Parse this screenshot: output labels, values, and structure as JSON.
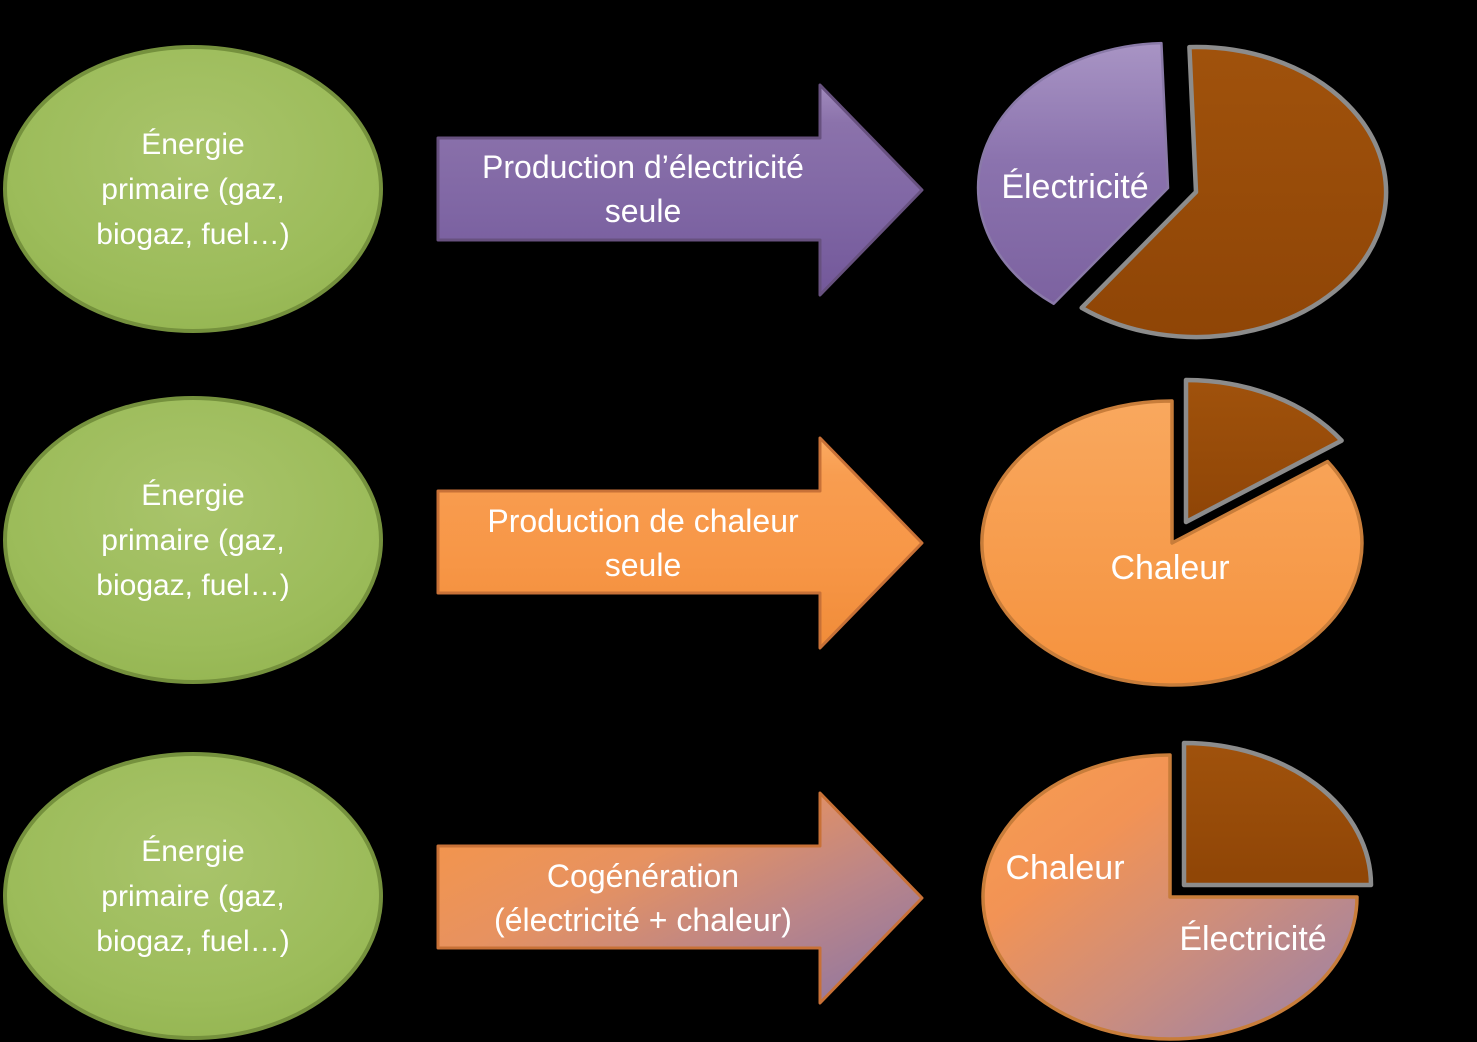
{
  "background": "#000000",
  "palette": {
    "green_fill": "#9bbb59",
    "green_border": "#75913d",
    "purple_fill": "#8168a5",
    "purple_border": "#67517f",
    "orange_fill": "#f79646",
    "orange_border": "#c87137",
    "brown_fill": "#974a08",
    "brown_border": "#8c8c8c",
    "text": "#ffffff"
  },
  "rows": [
    {
      "source": {
        "lines": [
          "Énergie",
          "primaire (gaz,",
          "biogaz, fuel…)"
        ]
      },
      "process": {
        "lines": [
          "Production d’électricité",
          "seule"
        ],
        "color": "purple"
      }
    },
    {
      "source": {
        "lines": [
          "Énergie",
          "primaire (gaz,",
          "biogaz, fuel…)"
        ]
      },
      "process": {
        "lines": [
          "Production de chaleur",
          "seule"
        ],
        "color": "orange"
      }
    },
    {
      "source": {
        "lines": [
          "Énergie",
          "primaire (gaz,",
          "biogaz, fuel…)"
        ]
      },
      "process": {
        "lines": [
          "Cogénération",
          "(électricité + chaleur)"
        ],
        "color": "orange-to-purple gradient"
      }
    }
  ],
  "chart_data": [
    {
      "type": "pie",
      "title": "Production d’électricité seule",
      "legend": "none",
      "labels": [
        "Électricité"
      ],
      "center": [
        1180,
        188
      ],
      "radius": [
        190,
        145
      ],
      "slices": [
        {
          "label": "Électricité",
          "value": 39,
          "unit": "%",
          "paint": "purple",
          "start_angle": 92,
          "end_angle": 233,
          "explode": [
            -12,
            0
          ]
        },
        {
          "label": "",
          "value": 61,
          "unit": "%",
          "paint": "brown",
          "start_angle": 233,
          "end_angle": 452,
          "explode": [
            16,
            4
          ]
        }
      ]
    },
    {
      "type": "pie",
      "title": "Production de chaleur seule",
      "legend": "none",
      "labels": [
        "Chaleur"
      ],
      "center": [
        1172,
        543
      ],
      "radius": [
        190,
        142
      ],
      "slices": [
        {
          "label": "Chaleur",
          "value": 85,
          "unit": "%",
          "paint": "orange",
          "start_angle": 90,
          "end_angle": 395,
          "explode": [
            0,
            0
          ]
        },
        {
          "label": "",
          "value": 15,
          "unit": "%",
          "paint": "brown",
          "start_angle": 35,
          "end_angle": 90,
          "explode": [
            14,
            -21
          ]
        }
      ]
    },
    {
      "type": "pie",
      "title": "Cogénération (électricité + chaleur)",
      "legend": "none",
      "labels": [
        "Chaleur",
        "Électricité"
      ],
      "center": [
        1170,
        897
      ],
      "radius": [
        187,
        142
      ],
      "slices": [
        {
          "label": "Chaleur + Électricité",
          "value": 75,
          "unit": "%",
          "paint": "cogen",
          "start_angle": 90,
          "end_angle": 360,
          "explode": [
            0,
            0
          ]
        },
        {
          "label": "",
          "value": 25,
          "unit": "%",
          "paint": "brown",
          "start_angle": 0,
          "end_angle": 90,
          "explode": [
            14,
            -12
          ]
        }
      ]
    }
  ]
}
